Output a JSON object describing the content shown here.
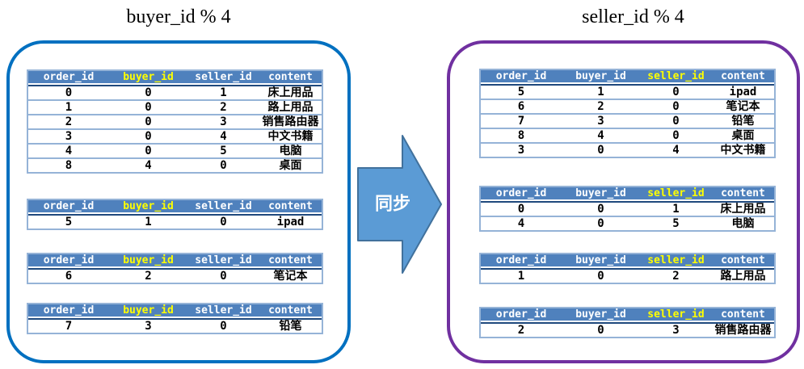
{
  "titles": {
    "left": "buyer_id % 4",
    "right": "seller_id % 4"
  },
  "arrow": {
    "label": "同步",
    "fill": "#5B9BD5",
    "stroke": "#41719C"
  },
  "colors": {
    "left_box_border": "#0070C0",
    "right_box_border": "#7030A0",
    "header_bg": "#4F81BD",
    "header_text": "#FFFFFF",
    "highlight_text": "#FFFF00",
    "table_border": "#95B3D7",
    "header_underline": "#1F497D",
    "row_text": "#000000"
  },
  "columns": [
    "order_id",
    "buyer_id",
    "seller_id",
    "content"
  ],
  "left_panel": {
    "highlight_column": "buyer_id",
    "tables": [
      {
        "rows": [
          [
            "0",
            "0",
            "1",
            "床上用品"
          ],
          [
            "1",
            "0",
            "2",
            "路上用品"
          ],
          [
            "2",
            "0",
            "3",
            "销售路由器"
          ],
          [
            "3",
            "0",
            "4",
            "中文书籍"
          ],
          [
            "4",
            "0",
            "5",
            "电脑"
          ],
          [
            "8",
            "4",
            "0",
            "桌面"
          ]
        ]
      },
      {
        "rows": [
          [
            "5",
            "1",
            "0",
            "ipad"
          ]
        ]
      },
      {
        "rows": [
          [
            "6",
            "2",
            "0",
            "笔记本"
          ]
        ]
      },
      {
        "rows": [
          [
            "7",
            "3",
            "0",
            "铅笔"
          ]
        ]
      }
    ]
  },
  "right_panel": {
    "highlight_column": "seller_id",
    "tables": [
      {
        "rows": [
          [
            "5",
            "1",
            "0",
            "ipad"
          ],
          [
            "6",
            "2",
            "0",
            "笔记本"
          ],
          [
            "7",
            "3",
            "0",
            "铅笔"
          ],
          [
            "8",
            "4",
            "0",
            "桌面"
          ],
          [
            "3",
            "0",
            "4",
            "中文书籍"
          ]
        ]
      },
      {
        "rows": [
          [
            "0",
            "0",
            "1",
            "床上用品"
          ],
          [
            "4",
            "0",
            "5",
            "电脑"
          ]
        ]
      },
      {
        "rows": [
          [
            "1",
            "0",
            "2",
            "路上用品"
          ]
        ]
      },
      {
        "rows": [
          [
            "2",
            "0",
            "3",
            "销售路由器"
          ]
        ]
      }
    ]
  }
}
